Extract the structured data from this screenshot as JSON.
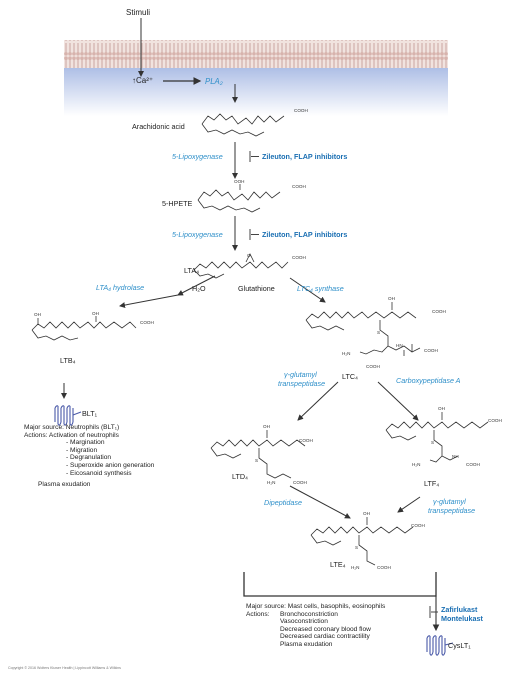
{
  "top": {
    "stimuli": "Stimuli",
    "ca": "↑Ca²⁺",
    "pla2": "PLA₂"
  },
  "molecules": {
    "arachidonic_acid": "Arachidonic acid",
    "hpete": "5-HPETE",
    "lta4": "LTA₄",
    "ltb4": "LTB₄",
    "ltc4": "LTC₄",
    "ltd4": "LTD₄",
    "ltf4": "LTF₄",
    "lte4": "LTE₄",
    "h2o": "H₂O",
    "glutathione": "Glutathione"
  },
  "enzymes": {
    "lipoxygenase_1": "5-Lipoxygenase",
    "lipoxygenase_2": "5-Lipoxygenase",
    "lta4_hydrolase": "LTA₄ hydrolase",
    "ltc4_synthase": "LTC₄ synthase",
    "ggt_1_line1": "γ-glutamyl",
    "ggt_1_line2": "transpeptidase",
    "carboxypeptidase": "Carboxypeptidase A",
    "dipeptidase": "Dipeptidase",
    "ggt_2_line1": "γ-glutamyl",
    "ggt_2_line2": "transpeptidase"
  },
  "inhibitors": {
    "zileuton_1": "Zileuton, FLAP inhibitors",
    "zileuton_2": "Zileuton, FLAP inhibitors",
    "zafirlukast": "Zafirlukast",
    "montelukast": "Montelukast"
  },
  "atom_labels": {
    "cooh": "COOH",
    "ooh": "OOH",
    "oh": "OH",
    "h2n": "H₂N",
    "o": "O",
    "s": "S",
    "hn": "HN",
    "nh": "NH",
    "n": "N"
  },
  "receptors": {
    "blt1": "BLT₁",
    "cyslt1": "CysLT₁"
  },
  "ltb4_info": {
    "major_source": "Major source:  Neutrophils (BLT₁)",
    "actions_label": "Actions:  Activation of neutrophils",
    "actions": [
      "- Margination",
      "- Migration",
      "- Degranulation",
      "- Superoxide anion generation",
      "- Eicosanoid synthesis"
    ],
    "extra": "Plasma exudation"
  },
  "cyslt_info": {
    "major_source": "Major source:  Mast cells, basophils, eosinophils",
    "actions_label": "Actions:",
    "actions": [
      "Bronchoconstriction",
      "Vasoconstriction",
      "Decreased coronary blood flow",
      "Decreased cardiac contractility",
      "Plasma exudation"
    ]
  },
  "copyright": "Copyright © 2016 Wolters Kluwer Health | Lippincott Williams & Wilkins",
  "colors": {
    "membrane": "#c9a5a0",
    "cytosol_top": "#b8c7e8",
    "enzyme": "#2e8fc9",
    "drug": "#1a6fb3",
    "receptor": "#4a5aa8"
  }
}
